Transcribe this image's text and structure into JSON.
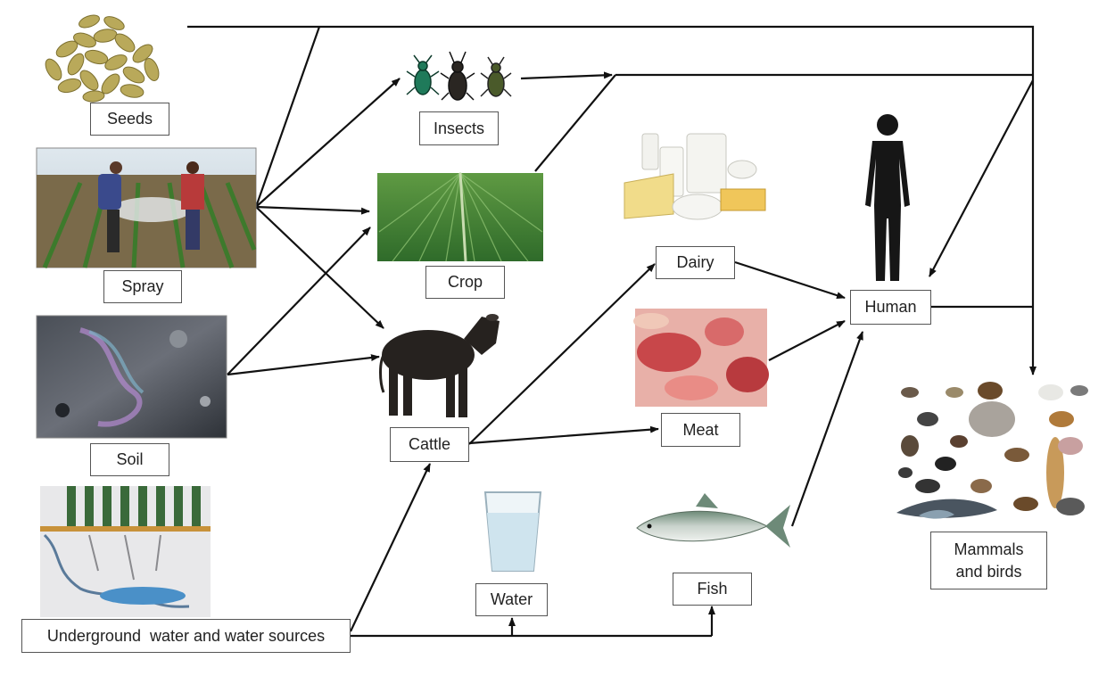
{
  "nodes": {
    "seeds": "Seeds",
    "spray": "Spray",
    "soil": "Soil",
    "insects": "Insects",
    "crop": "Crop",
    "cattle": "Cattle",
    "dairy": "Dairy",
    "meat": "Meat",
    "human": "Human",
    "water": "Water",
    "fish": "Fish",
    "mammals_line1": "Mammals",
    "mammals_line2": "and birds",
    "underground": "Underground  water and water sources"
  },
  "pictures": {
    "seeds": "pumpkin-seeds-picture",
    "spray": "field-spraying-photo",
    "soil": "contaminated-soil-photo",
    "insects": "beetles-picture",
    "crop": "crop-field-photo",
    "cattle": "cow-picture",
    "dairy": "dairy-products-picture",
    "meat": "meat-products-picture",
    "human": "human-silhouette-icon",
    "water": "water-glass-icon",
    "fish": "fish-picture",
    "mammals": "animal-collage-picture",
    "underground": "groundwater-cross-section-picture"
  },
  "colors": {
    "arrow": "#111111",
    "box_border": "#555555"
  }
}
